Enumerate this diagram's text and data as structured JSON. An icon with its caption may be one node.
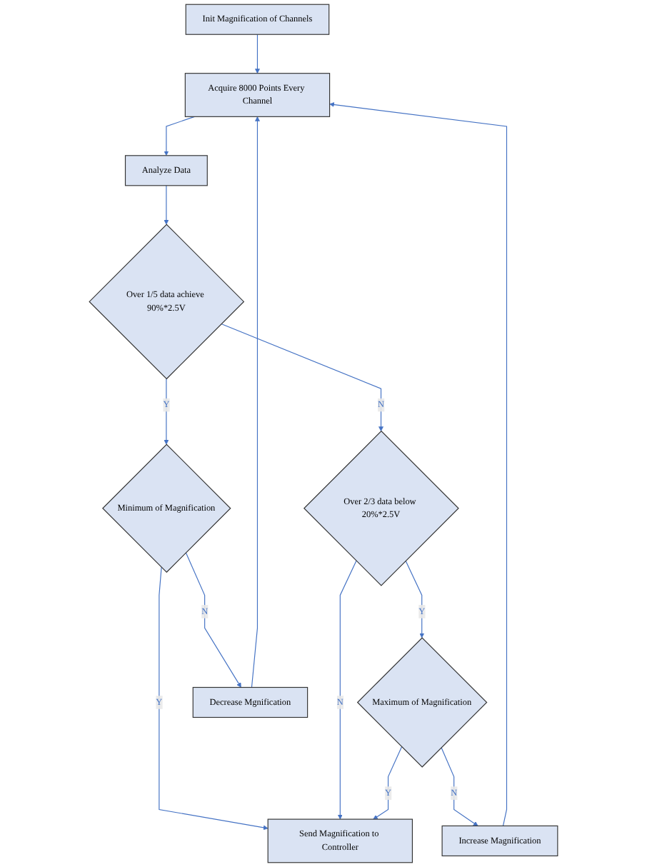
{
  "diagram": {
    "nodes": [
      {
        "text": [
          "Init Magnification of Channels"
        ]
      },
      {
        "text": [
          "Acquire 8000 Points Every Channel"
        ]
      },
      {
        "text": [
          "Analyze Data"
        ]
      },
      {
        "text": [
          "Over 1/5 data achieve 90%*2.5V"
        ]
      },
      {
        "text": [
          "Over 2/3 data below 20%*2.5V"
        ]
      },
      {
        "text": [
          "Minimum of Magnification"
        ]
      },
      {
        "text": [
          "Maximum of Magnification"
        ]
      },
      {
        "text": [
          "Decrease Mgnification"
        ]
      },
      {
        "text": [
          "Increase Magnification"
        ]
      },
      {
        "text": [
          "Send Magnification to Controller"
        ]
      }
    ],
    "edges": [
      {
        "from": 0,
        "to": 1,
        "arrow": "to"
      },
      {
        "from": 1,
        "to": 2,
        "arrow": "to"
      },
      {
        "from": 2,
        "to": 3,
        "arrow": "to"
      },
      {
        "from": 3,
        "to": 4,
        "label": "N",
        "arrow": "to"
      },
      {
        "from": 3,
        "to": 5,
        "label": "Y",
        "arrow": "to"
      },
      {
        "from": 5,
        "to": 9,
        "label": "Y",
        "arrow": "to"
      },
      {
        "from": 5,
        "to": 7,
        "label": "N",
        "arrow": "to"
      },
      {
        "from": 7,
        "to": 1,
        "arrow": "to"
      },
      {
        "from": 4,
        "to": 9,
        "label": "N",
        "arrow": "to"
      },
      {
        "from": 4,
        "to": 6,
        "label": "Y",
        "arrow": "to"
      },
      {
        "from": 6,
        "to": 9,
        "label": "Y",
        "arrow": "to"
      },
      {
        "from": 6,
        "to": 8,
        "label": "N",
        "arrow": "to"
      },
      {
        "from": 8,
        "to": 1,
        "arrow": "to"
      }
    ]
  }
}
